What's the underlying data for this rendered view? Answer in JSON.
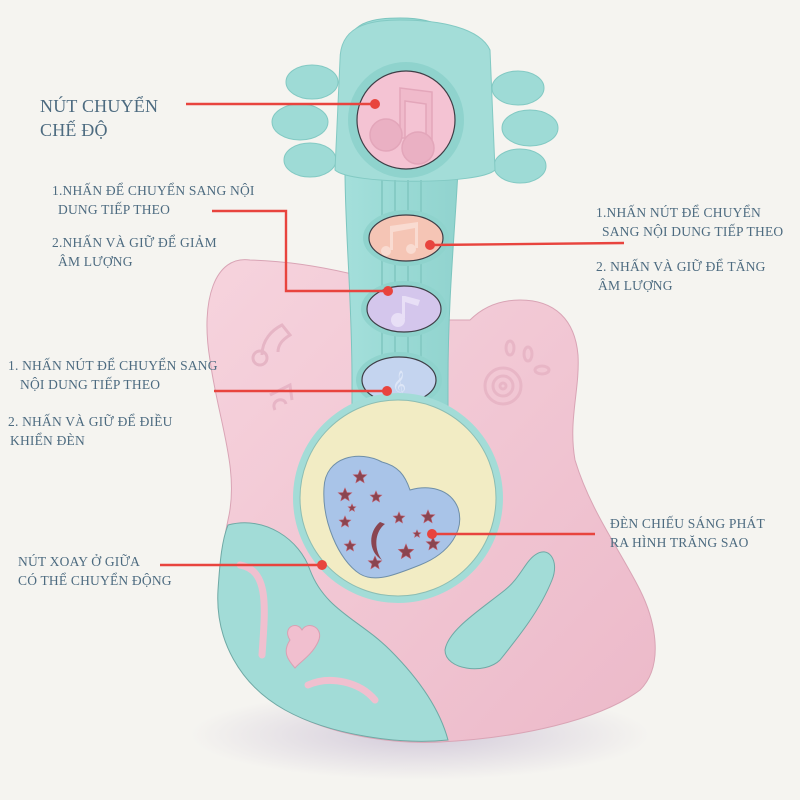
{
  "image": {
    "subject": "pastel musical guitar toy with labeled features",
    "colors": {
      "background": "#f5f4f0",
      "label_text": "#4d6b80",
      "callout_line": "#e8443e",
      "teal_body": "#9fdcd8",
      "pink_body": "#f2c6d3",
      "mode_button": "#f4c3d3",
      "button_peach": "#f5c5b5",
      "button_lilac": "#d4c6ec",
      "button_blue": "#c4d4ef",
      "projector_ring": "#f2ecc4",
      "heart_projector": "#a9c4e8",
      "star_cutout": "#8a4550"
    }
  },
  "callouts": {
    "mode_button": {
      "line1": "NÚT CHUYỂN",
      "line2": "CHẾ ĐỘ"
    },
    "lilac_button": {
      "item1_line1": "1.NHẤN ĐỂ CHUYỂN SANG NỘI",
      "item1_line2": "DUNG TIẾP THEO",
      "item2_line1": "2.NHẤN VÀ GIỮ ĐỂ GIẢM",
      "item2_line2": "ÂM LƯỢNG"
    },
    "peach_button": {
      "item1_line1": "1.NHẤN  NÚT ĐỂ CHUYỂN",
      "item1_line2": "SANG NỘI DUNG TIẾP THEO",
      "item2_line1": "2. NHẤN VÀ GIỮ ĐỂ TĂNG",
      "item2_line2": "ÂM LƯỢNG"
    },
    "blue_button": {
      "item1_line1": "1. NHẤN NÚT ĐỂ CHUYỂN SANG",
      "item1_line2": "NỘI DUNG TIẾP THEO",
      "item2_line1": "2. NHẤN VÀ GIỮ ĐỂ ĐIỀU",
      "item2_line2": "KHIỂN ĐÈN"
    },
    "projector": {
      "line1": "ĐÈN CHIẾU SÁNG PHÁT",
      "line2": "RA HÌNH TRĂNG SAO"
    },
    "rotating_knob": {
      "line1": "NÚT XOAY Ở GIỮA",
      "line2": "CÓ THỂ CHUYỂN ĐỘNG"
    }
  }
}
